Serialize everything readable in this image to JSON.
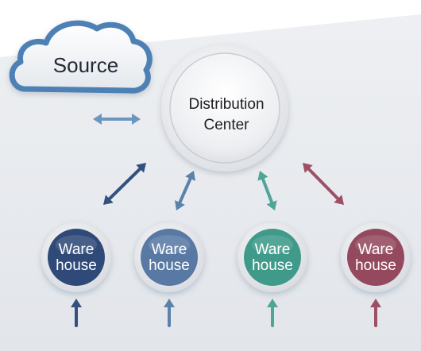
{
  "source": {
    "label": "Source",
    "icon": "cloud-icon"
  },
  "distribution_center": {
    "label": "Distribution\nCenter"
  },
  "warehouses": [
    {
      "label": "Ware\nhouse",
      "color": "#2f4a78"
    },
    {
      "label": "Ware\nhouse",
      "color": "#5879a4"
    },
    {
      "label": "Ware\nhouse",
      "color": "#3f9a8a"
    },
    {
      "label": "Ware\nhouse",
      "color": "#94495f"
    }
  ],
  "colors": {
    "background": "#e8eaee",
    "cloud_outline": "#4d81b5",
    "link_source": "#6b97be",
    "link_1": "#33507e",
    "link_2": "#5c82aa",
    "link_3": "#4fa596",
    "link_4": "#9c5066"
  }
}
